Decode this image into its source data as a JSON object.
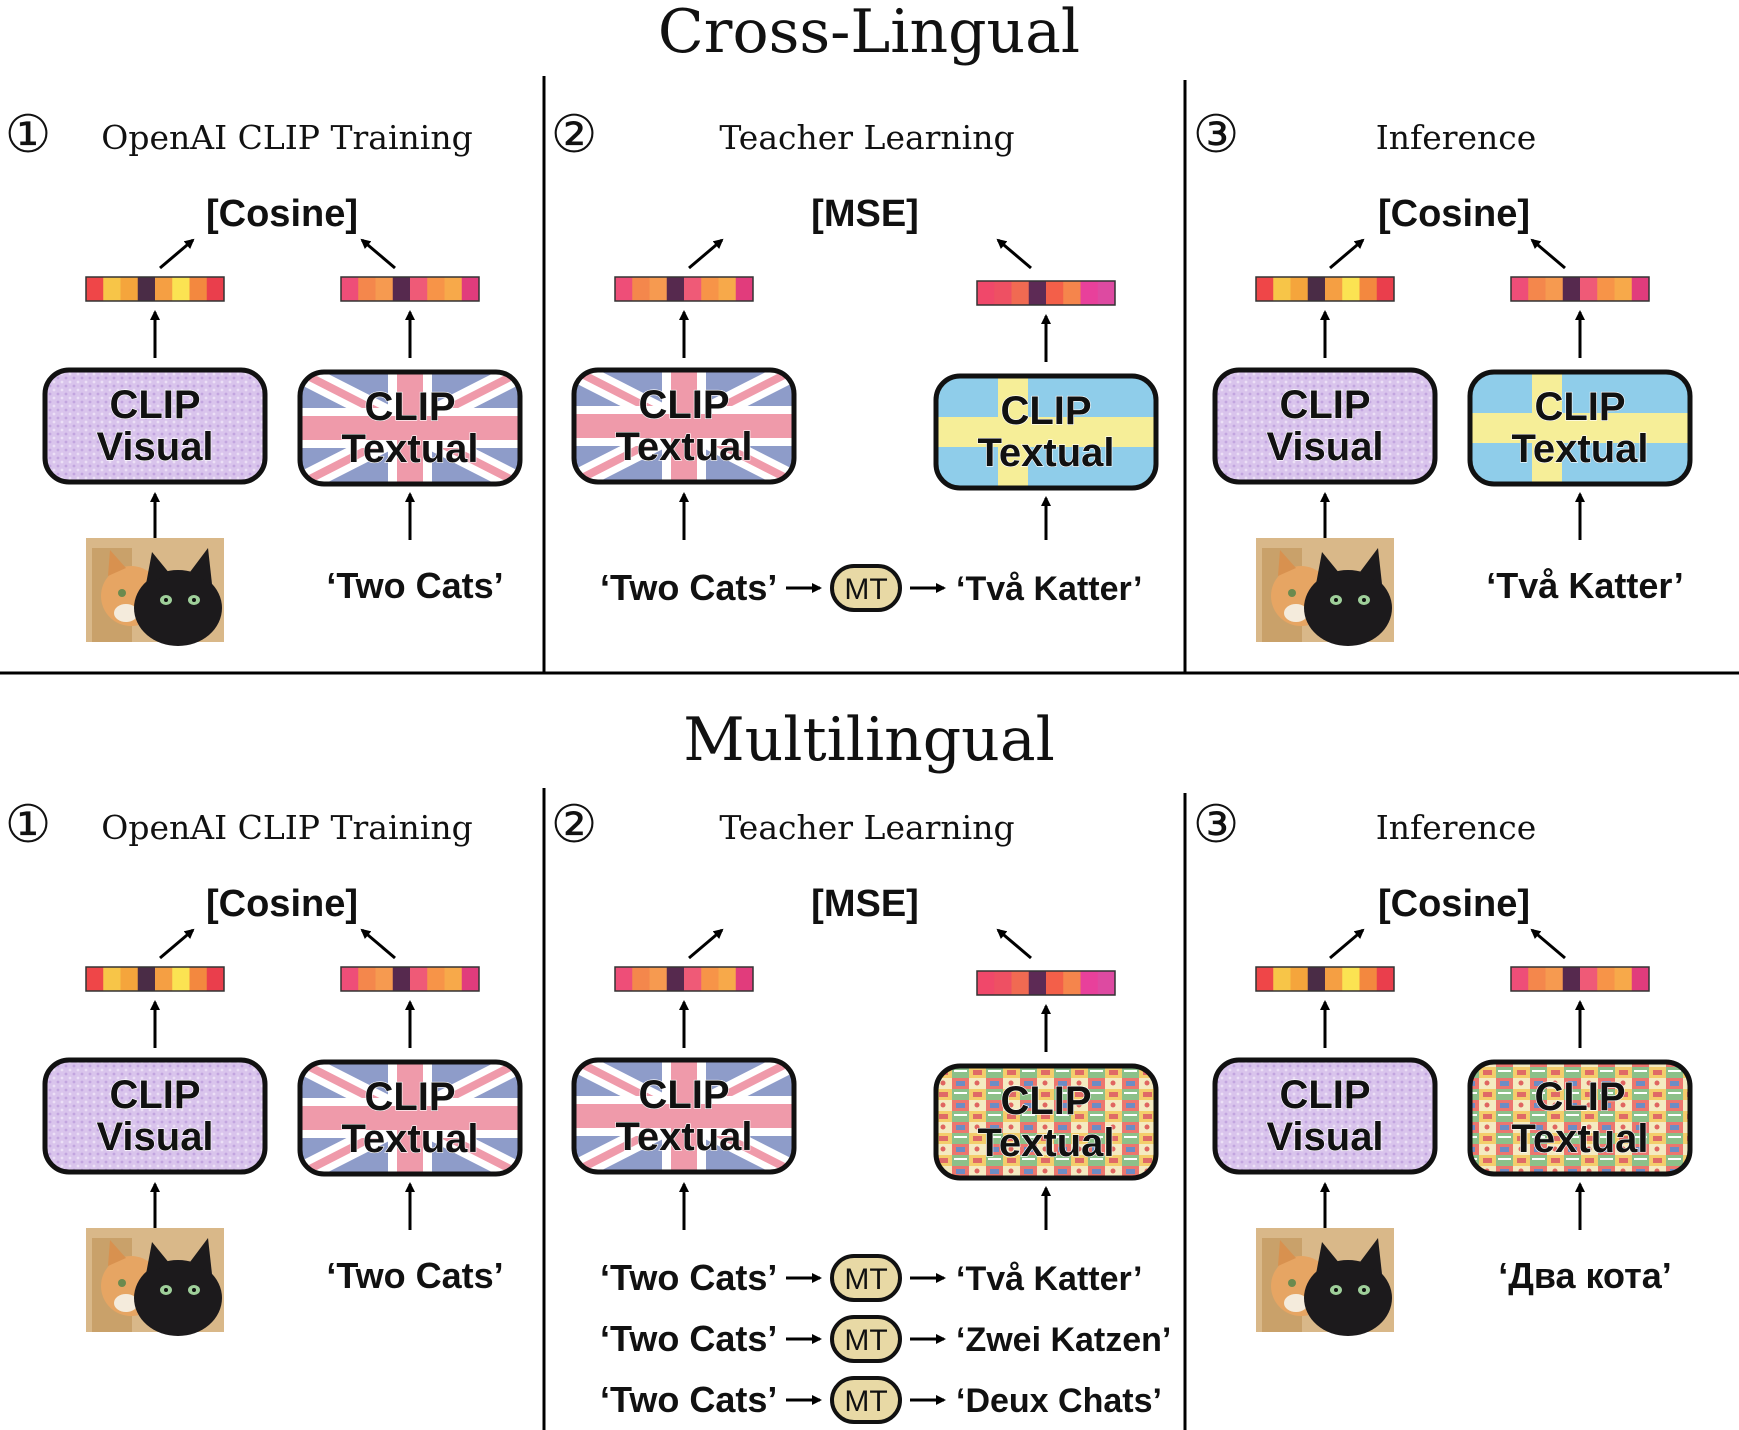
{
  "sections": [
    {
      "title": "Cross-Lingual",
      "panels": [
        {
          "number": "①",
          "heading": "OpenAI  CLIP Training",
          "loss": "[Cosine]",
          "left_model": {
            "line1": "CLIP",
            "line2": "Visual",
            "style": "visual"
          },
          "right_model": {
            "line1": "CLIP",
            "line2": "Textual",
            "style": "uk"
          },
          "right_caption": "‘Two Cats’"
        },
        {
          "number": "②",
          "heading": "Teacher Learning",
          "loss": "[MSE]",
          "left_model": {
            "line1": "CLIP",
            "line2": "Textual",
            "style": "uk"
          },
          "right_model": {
            "line1": "CLIP",
            "line2": "Textual",
            "style": "sweden"
          },
          "translations": [
            {
              "source": "‘Two Cats’",
              "mt": "MT",
              "target": "‘Två Katter’"
            }
          ]
        },
        {
          "number": "③",
          "heading": "Inference",
          "loss": "[Cosine]",
          "left_model": {
            "line1": "CLIP",
            "line2": "Visual",
            "style": "visual"
          },
          "right_model": {
            "line1": "CLIP",
            "line2": "Textual",
            "style": "sweden"
          },
          "right_caption": "‘Två Katter’"
        }
      ]
    },
    {
      "title": "Multilingual",
      "panels": [
        {
          "number": "①",
          "heading": "OpenAI  CLIP Training",
          "loss": "[Cosine]",
          "left_model": {
            "line1": "CLIP",
            "line2": "Visual",
            "style": "visual"
          },
          "right_model": {
            "line1": "CLIP",
            "line2": "Textual",
            "style": "uk"
          },
          "right_caption": "‘Two Cats’"
        },
        {
          "number": "②",
          "heading": "Teacher Learning",
          "loss": "[MSE]",
          "left_model": {
            "line1": "CLIP",
            "line2": "Textual",
            "style": "uk"
          },
          "right_model": {
            "line1": "CLIP",
            "line2": "Textual",
            "style": "multi"
          },
          "translations": [
            {
              "source": "‘Two Cats’",
              "mt": "MT",
              "target": "‘Två Katter’"
            },
            {
              "source": "‘Two Cats’",
              "mt": "MT",
              "target": "‘Zwei Katzen’"
            },
            {
              "source": "‘Two Cats’",
              "mt": "MT",
              "target": "‘Deux Chats’"
            }
          ]
        },
        {
          "number": "③",
          "heading": "Inference",
          "loss": "[Cosine]",
          "left_model": {
            "line1": "CLIP",
            "line2": "Visual",
            "style": "visual"
          },
          "right_model": {
            "line1": "CLIP",
            "line2": "Textual",
            "style": "multi"
          },
          "right_caption": "‘Два кота’"
        }
      ]
    }
  ],
  "colors": {
    "visual_fill": "#d9c4ec",
    "uk_blue": "#8e9cc9",
    "uk_red": "#ef9aaa",
    "sweden_blue": "#8fcdea",
    "sweden_yellow": "#f6ee98",
    "mt_fill": "#e8d9a5",
    "embedding_a": [
      "#ef4648",
      "#f7c548",
      "#f5a53c",
      "#4a2c46",
      "#f59f43",
      "#fbe352",
      "#f3883f",
      "#ea3e4c"
    ],
    "embedding_b": [
      "#ee4e78",
      "#f4874c",
      "#f69a50",
      "#56294e",
      "#ef5a77",
      "#f79448",
      "#f7a94a",
      "#e13c7c"
    ],
    "embedding_c": [
      "#f0486a",
      "#ee5063",
      "#f06a52",
      "#5d2a55",
      "#f35f49",
      "#f5854c",
      "#e8409b",
      "#dd4aa1"
    ]
  }
}
